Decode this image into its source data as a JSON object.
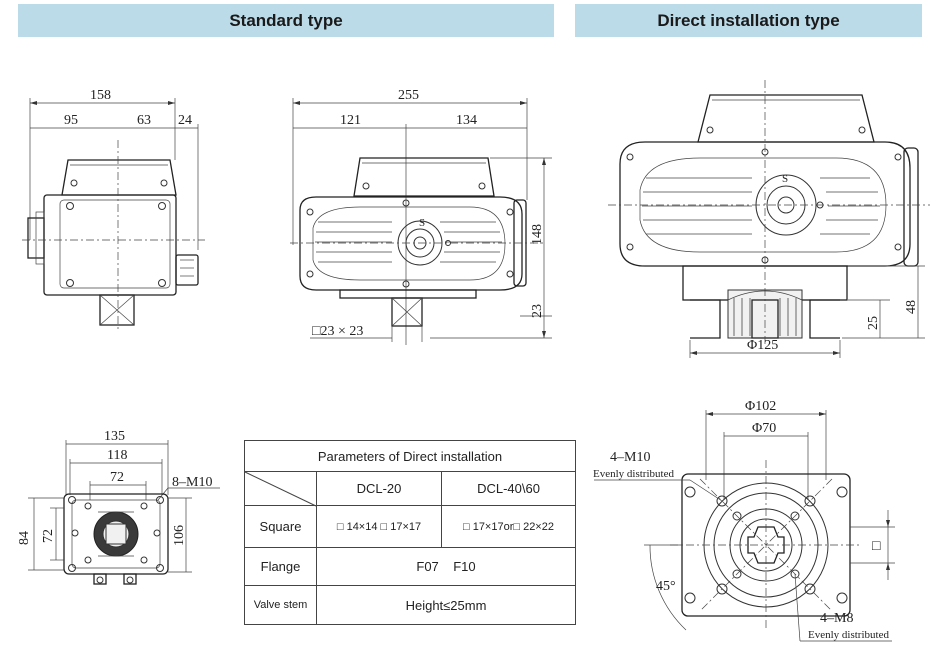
{
  "headers": {
    "standard": "Standard type",
    "direct": "Direct installation type"
  },
  "side_view": {
    "dim_total": "158",
    "dim_left": "95",
    "dim_right": "63",
    "dim_extra": "24"
  },
  "front_view": {
    "dim_total": "255",
    "dim_left": "121",
    "dim_right": "134",
    "dim_height": "148",
    "dim_bottom": "23",
    "dim_square": "□23 × 23",
    "dial_label": "S"
  },
  "direct_view": {
    "dim_height": "48",
    "dim_step": "25",
    "dim_diameter": "Φ125"
  },
  "bottom_view": {
    "dim_outer": "135",
    "dim_mid": "118",
    "dim_inner": "72",
    "dim_height": "84",
    "dim_height_inner": "72",
    "dim_right": "106",
    "note_holes": "8–M10"
  },
  "flange_view": {
    "dim_outer_d": "Φ102",
    "dim_inner_d": "Φ70",
    "note_top": "4–M10",
    "note_top_sub": "Evenly distributed",
    "note_bottom": "4–M8",
    "note_bottom_sub": "Evenly distributed",
    "angle": "45°",
    "square_symbol": "□"
  },
  "table": {
    "title": "Parameters of Direct installation",
    "col1": "DCL-20",
    "col2": "DCL-40\\60",
    "rows": [
      {
        "label": "Square",
        "v1": "□ 14×14 □ 17×17",
        "v2": "□ 17×17or□ 22×22"
      },
      {
        "label": "Flange",
        "v": "F07    F10"
      },
      {
        "label": "Valve stem",
        "v": "Height≤25mm"
      }
    ]
  }
}
